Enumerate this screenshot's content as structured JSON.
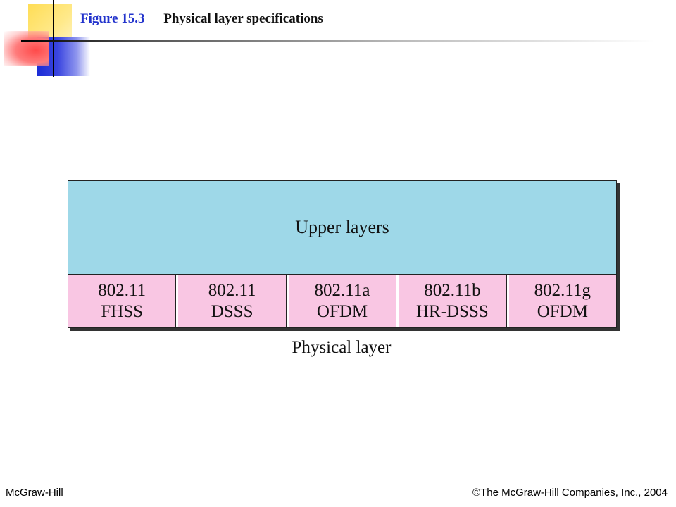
{
  "title": {
    "figure_label": "Figure 15.3",
    "text": "Physical layer specifications"
  },
  "diagram": {
    "upper_label": "Upper layers",
    "physical_caption": "Physical layer",
    "cells": [
      {
        "line1": "802.11",
        "line2": "FHSS"
      },
      {
        "line1": "802.11",
        "line2": "DSSS"
      },
      {
        "line1": "802.11a",
        "line2": "OFDM"
      },
      {
        "line1": "802.11b",
        "line2": "HR-DSSS"
      },
      {
        "line1": "802.11g",
        "line2": "OFDM"
      }
    ],
    "colors": {
      "upper": "#9ed8e8",
      "physical": "#f9c6e3"
    }
  },
  "footer": {
    "left": "McGraw-Hill",
    "right": "©The McGraw-Hill Companies, Inc., 2004"
  }
}
